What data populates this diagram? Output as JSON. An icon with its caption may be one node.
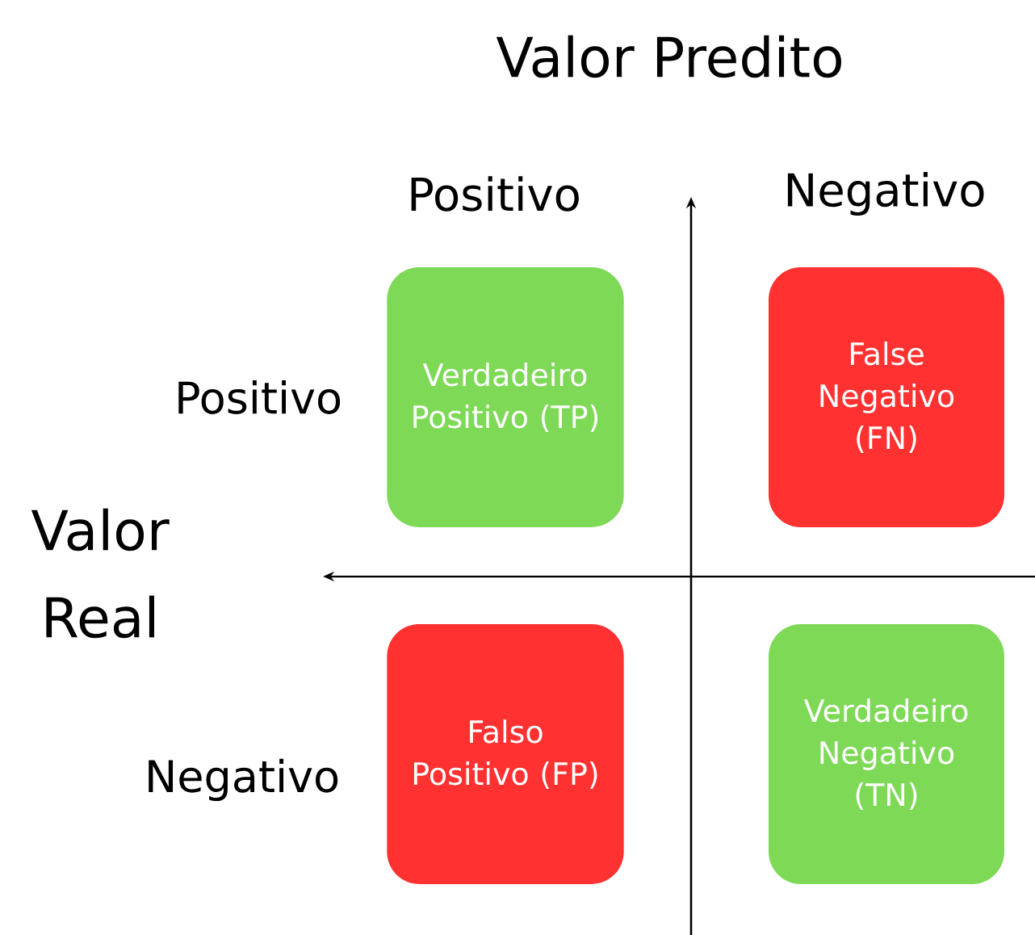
{
  "diagram": {
    "nodes": [
      {
        "text": [
          "Verdadeiro Positivo (TP)"
        ]
      },
      {
        "text": [
          "False Negativo (FN)"
        ]
      },
      {
        "text": [
          "Falso Positivo (FP)"
        ]
      },
      {
        "text": [
          "Verdadeiro Negativo (TN)"
        ]
      }
    ],
    "labels": [
      "Valor Predito",
      "Positivo",
      "Negativo",
      "Positivo",
      "Valor Real",
      "Negativo"
    ]
  }
}
